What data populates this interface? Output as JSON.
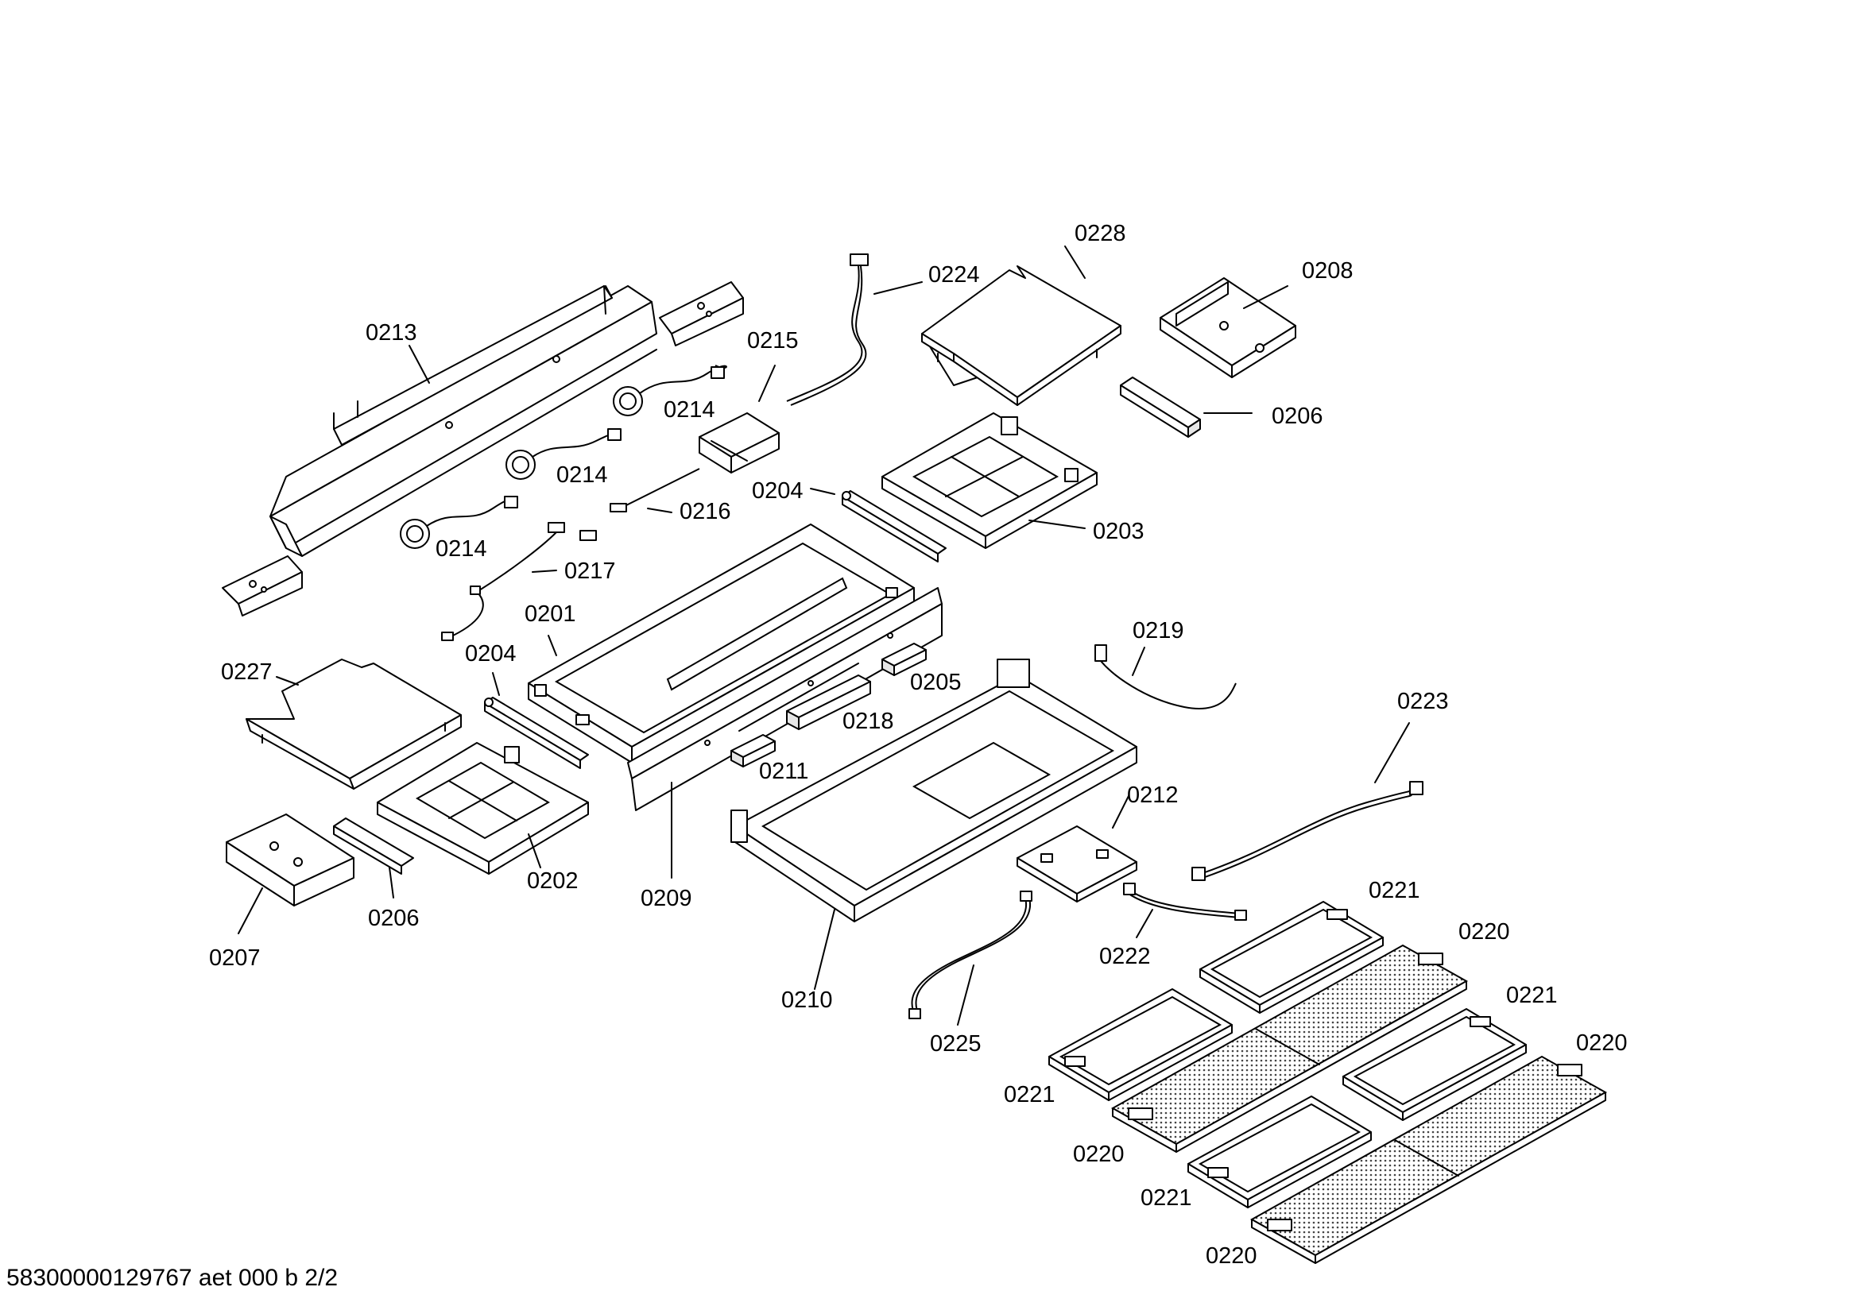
{
  "labels": {
    "l0228": "0228",
    "l0208": "0208",
    "l0224": "0224",
    "l0213": "0213",
    "l0215": "0215",
    "l0214a": "0214",
    "l0214b": "0214",
    "l0214c": "0214",
    "l0206a": "0206",
    "l0216": "0216",
    "l0204a": "0204",
    "l0203": "0203",
    "l0217": "0217",
    "l0201": "0201",
    "l0219": "0219",
    "l0227": "0227",
    "l0204b": "0204",
    "l0205": "0205",
    "l0223": "0223",
    "l0218": "0218",
    "l0211": "0211",
    "l0212": "0212",
    "l0202": "0202",
    "l0209": "0209",
    "l0206b": "0206",
    "l0221a": "0221",
    "l0207": "0207",
    "l0222": "0222",
    "l0220a": "0220",
    "l0210": "0210",
    "l0221b": "0221",
    "l0225": "0225",
    "l0220b": "0220",
    "l0221c": "0221",
    "l0220c": "0220",
    "l0221d": "0221",
    "l0220d": "0220"
  },
  "footer": "58300000129767 aet 000 b 2/2"
}
